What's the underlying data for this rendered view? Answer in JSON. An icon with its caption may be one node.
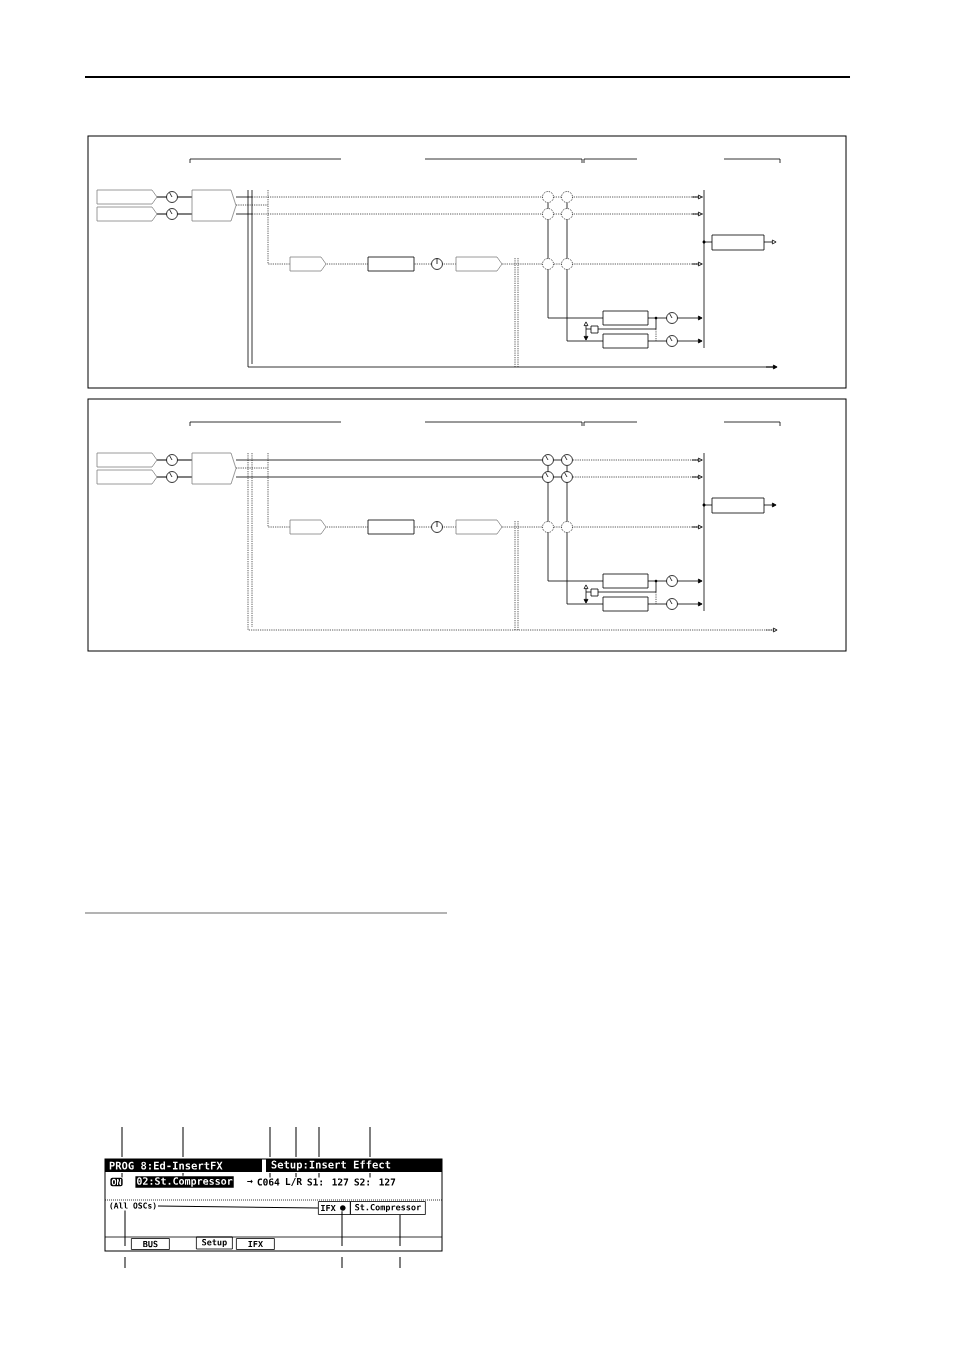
{
  "diagram": {
    "nodes": [
      {
        "text": [
          "ON"
        ]
      },
      {
        "text": [
          "02:St.Compressor"
        ]
      },
      {
        "text": [
          "C064"
        ]
      },
      {
        "text": [
          "L/R"
        ]
      },
      {
        "text": [
          "S1: 127"
        ]
      },
      {
        "text": [
          "S2: 127"
        ]
      },
      {
        "text": [
          "(All OSCs)"
        ]
      },
      {
        "text": [
          "IFX"
        ]
      },
      {
        "text": [],
        "shape": "circle",
        "in": 7
      },
      {
        "text": [
          "St.Compressor"
        ]
      }
    ],
    "edges": [
      {
        "from": null,
        "to": 0,
        "arrow": "none"
      },
      {
        "from": null,
        "to": 1,
        "arrow": "none"
      },
      {
        "from": null,
        "to": 2,
        "arrow": "none"
      },
      {
        "from": null,
        "to": 3,
        "arrow": "none"
      },
      {
        "from": null,
        "to": 4,
        "arrow": "none"
      },
      {
        "from": null,
        "to": 5,
        "arrow": "none"
      },
      {
        "from": null,
        "to": 6,
        "arrow": "none"
      },
      {
        "from": null,
        "to": 8,
        "arrow": "none"
      },
      {
        "from": null,
        "to": 9,
        "arrow": "none"
      },
      {
        "from": 6,
        "to": 7,
        "arrow": "none"
      }
    ],
    "labels": [
      "PROG 8:Ed-InsertFX",
      "Setup:Insert Effect",
      "→",
      "BUS",
      "Setup",
      "IFX"
    ]
  }
}
